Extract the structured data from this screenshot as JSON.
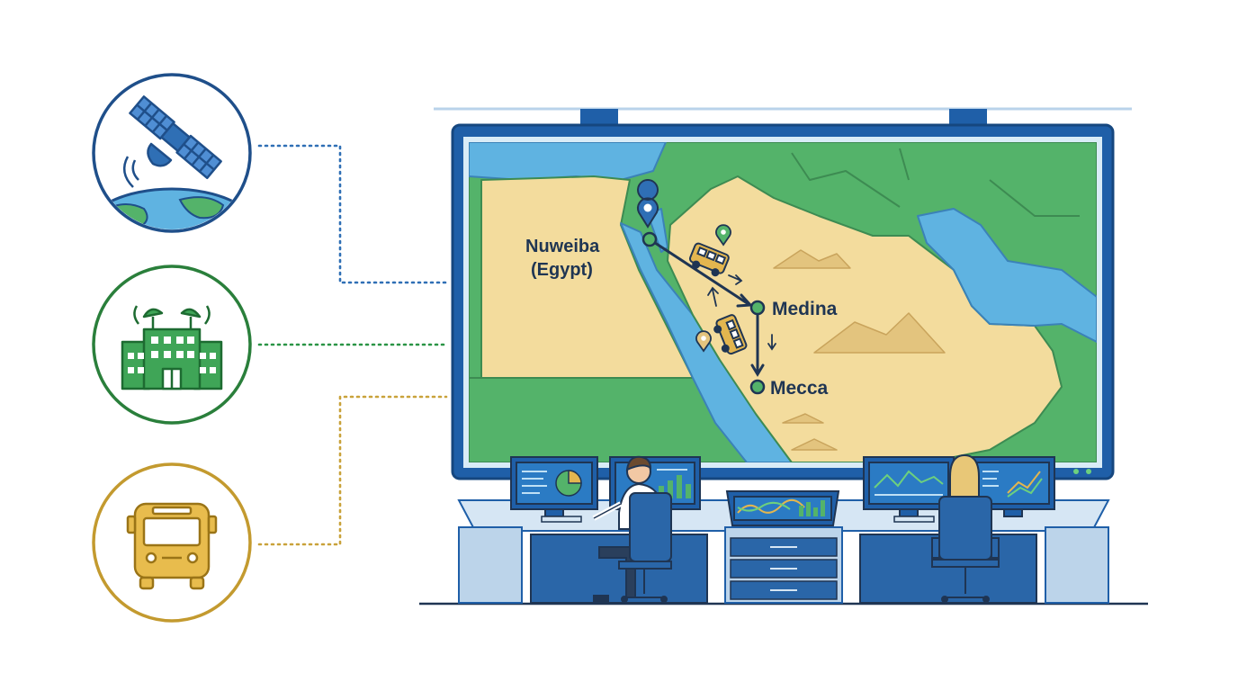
{
  "colors": {
    "satellite": "#2f6fb5",
    "network": "#2a9445",
    "vehicle": "#c9a23a",
    "screen_frame": "#1f5fa8",
    "water": "#5fb3e1",
    "land_green": "#54b36a",
    "land_sand": "#f3dc9d",
    "route": "#1f3553",
    "desk": "#bcd4ea",
    "desk_dark": "#2a66a8"
  },
  "sources": [
    {
      "name": "satellite",
      "icon": "satellite-icon"
    },
    {
      "name": "control-center",
      "icon": "building-antenna-icon"
    },
    {
      "name": "bus",
      "icon": "bus-icon"
    }
  ],
  "map": {
    "places": {
      "origin_line1": "Nuweiba",
      "origin_line2": "(Egypt)",
      "stop": "Medina",
      "destination": "Mecca"
    }
  }
}
